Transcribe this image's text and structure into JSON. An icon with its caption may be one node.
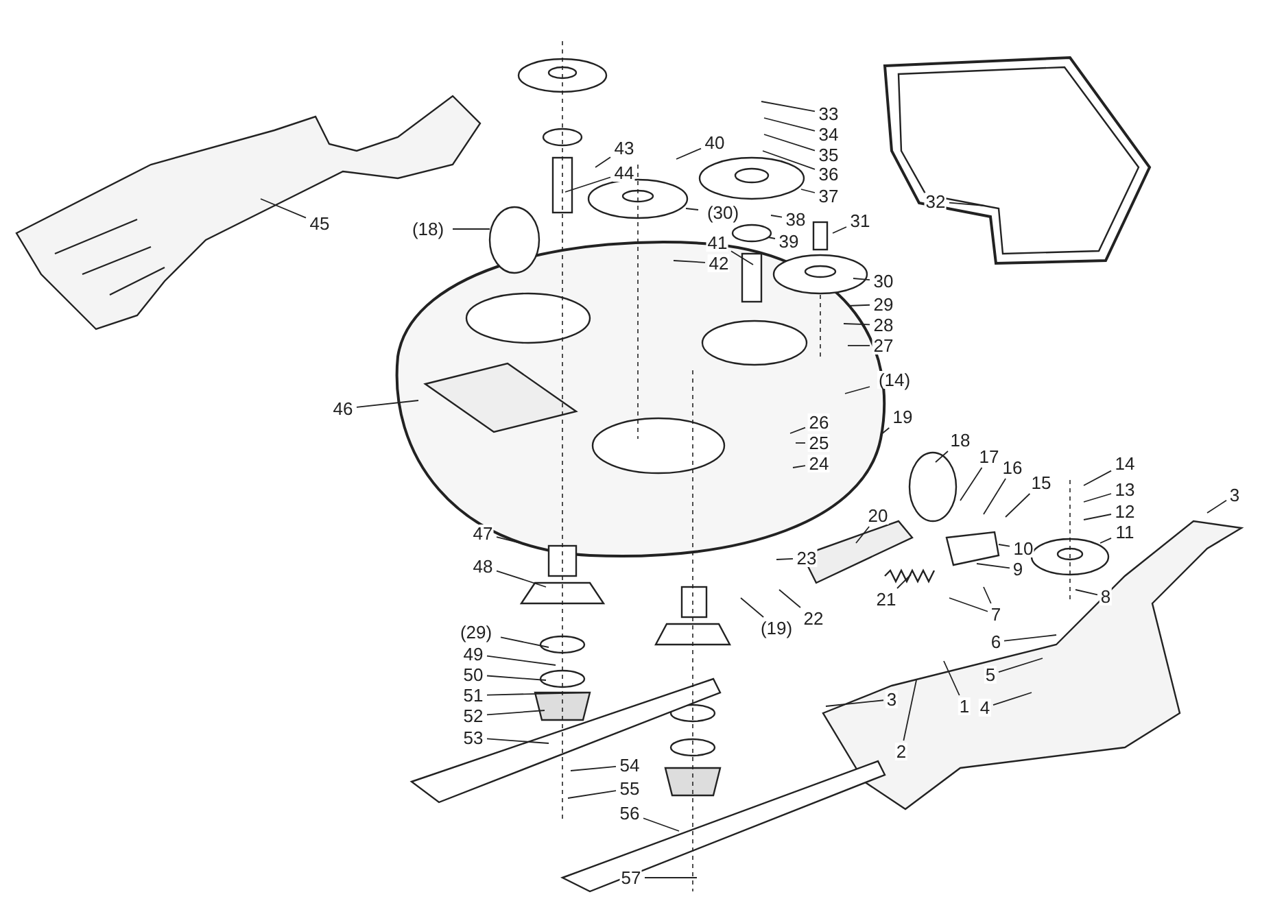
{
  "diagram": {
    "nodes": [
      {
        "text": [
          "1"
        ]
      },
      {
        "text": [
          "2"
        ]
      },
      {
        "text": [
          "3"
        ]
      },
      {
        "text": [
          "3"
        ]
      },
      {
        "text": [
          "4"
        ]
      },
      {
        "text": [
          "5"
        ]
      },
      {
        "text": [
          "6"
        ]
      },
      {
        "text": [
          "7"
        ]
      },
      {
        "text": [
          "8"
        ]
      },
      {
        "text": [
          "9"
        ]
      },
      {
        "text": [
          "10"
        ]
      },
      {
        "text": [
          "11"
        ]
      },
      {
        "text": [
          "12"
        ]
      },
      {
        "text": [
          "13"
        ]
      },
      {
        "text": [
          "14"
        ]
      },
      {
        "text": [
          "15"
        ]
      },
      {
        "text": [
          "16"
        ]
      },
      {
        "text": [
          "17"
        ]
      },
      {
        "text": [
          "18"
        ]
      },
      {
        "text": [
          "19"
        ]
      },
      {
        "text": [
          "20"
        ]
      },
      {
        "text": [
          "21"
        ]
      },
      {
        "text": [
          "22"
        ]
      },
      {
        "text": [
          "(19)"
        ]
      },
      {
        "text": [
          "23"
        ]
      },
      {
        "text": [
          "24"
        ]
      },
      {
        "text": [
          "25"
        ]
      },
      {
        "text": [
          "26"
        ]
      },
      {
        "text": [
          "(14)"
        ]
      },
      {
        "text": [
          "27"
        ]
      },
      {
        "text": [
          "28"
        ]
      },
      {
        "text": [
          "29"
        ]
      },
      {
        "text": [
          "30"
        ]
      },
      {
        "text": [
          "31"
        ]
      },
      {
        "text": [
          "32"
        ]
      },
      {
        "text": [
          "33"
        ]
      },
      {
        "text": [
          "34"
        ]
      },
      {
        "text": [
          "35"
        ]
      },
      {
        "text": [
          "36"
        ]
      },
      {
        "text": [
          "37"
        ]
      },
      {
        "text": [
          "38"
        ]
      },
      {
        "text": [
          "39"
        ]
      },
      {
        "text": [
          "40"
        ]
      },
      {
        "text": [
          "(30)"
        ]
      },
      {
        "text": [
          "41"
        ]
      },
      {
        "text": [
          "42"
        ]
      },
      {
        "text": [
          "43"
        ]
      },
      {
        "text": [
          "44"
        ]
      },
      {
        "text": [
          "45"
        ]
      },
      {
        "text": [
          "(18)"
        ]
      },
      {
        "text": [
          "46"
        ]
      },
      {
        "text": [
          "47"
        ]
      },
      {
        "text": [
          "48"
        ]
      },
      {
        "text": [
          "(29)"
        ]
      },
      {
        "text": [
          "49"
        ]
      },
      {
        "text": [
          "50"
        ]
      },
      {
        "text": [
          "51"
        ]
      },
      {
        "text": [
          "52"
        ]
      },
      {
        "text": [
          "53"
        ]
      },
      {
        "text": [
          "54"
        ]
      },
      {
        "text": [
          "55"
        ]
      },
      {
        "text": [
          "56"
        ]
      },
      {
        "text": [
          "57"
        ]
      }
    ],
    "edges": [
      {
        "from": 0,
        "to": null,
        "arrow": "none"
      },
      {
        "from": 1,
        "to": null,
        "arrow": "none"
      },
      {
        "from": 2,
        "to": null,
        "arrow": "none"
      },
      {
        "from": 3,
        "to": null,
        "arrow": "none"
      },
      {
        "from": 4,
        "to": null,
        "arrow": "none"
      },
      {
        "from": 5,
        "to": null,
        "arrow": "none"
      },
      {
        "from": 6,
        "to": null,
        "arrow": "none"
      },
      {
        "from": 7,
        "to": null,
        "arrow": "none"
      },
      {
        "from": 7,
        "to": null,
        "arrow": "none"
      },
      {
        "from": 8,
        "to": null,
        "arrow": "none"
      },
      {
        "from": 9,
        "to": null,
        "arrow": "none"
      },
      {
        "from": 10,
        "to": null,
        "arrow": "none"
      },
      {
        "from": 11,
        "to": null,
        "arrow": "none"
      },
      {
        "from": 12,
        "to": null,
        "arrow": "none"
      },
      {
        "from": 13,
        "to": null,
        "arrow": "none"
      },
      {
        "from": 14,
        "to": null,
        "arrow": "none"
      },
      {
        "from": 15,
        "to": null,
        "arrow": "none"
      },
      {
        "from": 16,
        "to": null,
        "arrow": "none"
      },
      {
        "from": 17,
        "to": null,
        "arrow": "none"
      },
      {
        "from": 18,
        "to": null,
        "arrow": "none"
      },
      {
        "from": 19,
        "to": null,
        "arrow": "none"
      },
      {
        "from": 20,
        "to": null,
        "arrow": "none"
      },
      {
        "from": 21,
        "to": null,
        "arrow": "none"
      },
      {
        "from": 22,
        "to": null,
        "arrow": "none"
      },
      {
        "from": 23,
        "to": null,
        "arrow": "none"
      },
      {
        "from": 24,
        "to": null,
        "arrow": "none"
      },
      {
        "from": 25,
        "to": null,
        "arrow": "none"
      },
      {
        "from": 26,
        "to": null,
        "arrow": "none"
      },
      {
        "from": 27,
        "to": null,
        "arrow": "none"
      },
      {
        "from": 28,
        "to": null,
        "arrow": "none"
      },
      {
        "from": 29,
        "to": null,
        "arrow": "none"
      },
      {
        "from": 30,
        "to": null,
        "arrow": "none"
      },
      {
        "from": 31,
        "to": null,
        "arrow": "none"
      },
      {
        "from": 32,
        "to": null,
        "arrow": "none"
      },
      {
        "from": 33,
        "to": null,
        "arrow": "none"
      },
      {
        "from": 34,
        "to": null,
        "arrow": "none"
      },
      {
        "from": 35,
        "to": null,
        "arrow": "none"
      },
      {
        "from": 36,
        "to": null,
        "arrow": "none"
      },
      {
        "from": 37,
        "to": null,
        "arrow": "none"
      },
      {
        "from": 38,
        "to": null,
        "arrow": "none"
      },
      {
        "from": 39,
        "to": null,
        "arrow": "none"
      },
      {
        "from": 40,
        "to": null,
        "arrow": "none"
      },
      {
        "from": 41,
        "to": null,
        "arrow": "none"
      },
      {
        "from": 42,
        "to": null,
        "arrow": "none"
      },
      {
        "from": 43,
        "to": null,
        "arrow": "none"
      },
      {
        "from": 44,
        "to": null,
        "arrow": "none"
      },
      {
        "from": 45,
        "to": null,
        "arrow": "none"
      },
      {
        "from": 46,
        "to": null,
        "arrow": "none"
      },
      {
        "from": 47,
        "to": null,
        "arrow": "none"
      },
      {
        "from": 48,
        "to": null,
        "arrow": "none"
      },
      {
        "from": 49,
        "to": null,
        "arrow": "none"
      },
      {
        "from": 50,
        "to": null,
        "arrow": "none"
      },
      {
        "from": 51,
        "to": null,
        "arrow": "none"
      },
      {
        "from": 52,
        "to": null,
        "arrow": "none"
      },
      {
        "from": 53,
        "to": null,
        "arrow": "none"
      },
      {
        "from": 54,
        "to": null,
        "arrow": "none"
      },
      {
        "from": 55,
        "to": null,
        "arrow": "none"
      },
      {
        "from": 56,
        "to": null,
        "arrow": "none"
      },
      {
        "from": 57,
        "to": null,
        "arrow": "none"
      },
      {
        "from": 58,
        "to": null,
        "arrow": "none"
      },
      {
        "from": 59,
        "to": null,
        "arrow": "none"
      },
      {
        "from": 60,
        "to": null,
        "arrow": "none"
      },
      {
        "from": 61,
        "to": null,
        "arrow": "none"
      },
      {
        "from": 62,
        "to": null,
        "arrow": "none"
      }
    ]
  }
}
